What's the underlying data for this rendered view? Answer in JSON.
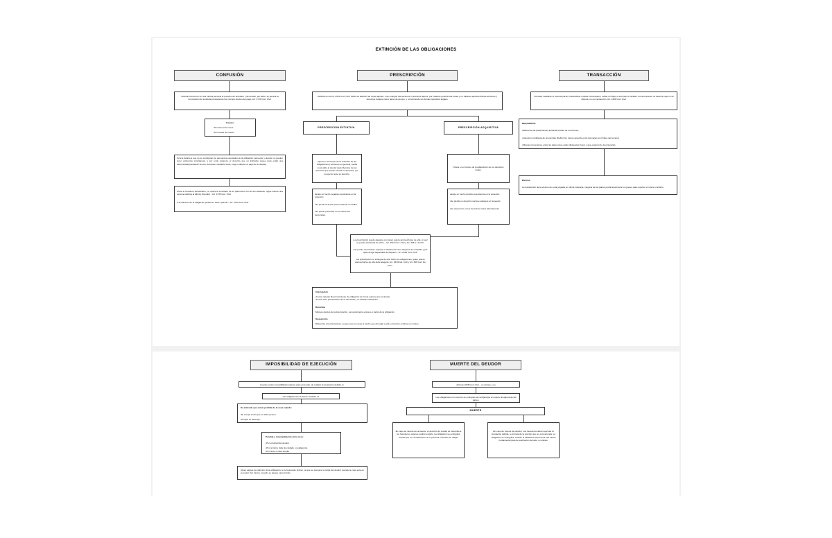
{
  "document": {
    "title": "EXTINCIÓN DE LAS OBLIGACIONES"
  },
  "branches": {
    "confusion": {
      "header": "CONFUSIÓN",
      "definition": "Cuando concurren en una misma persona la posición de acreedor y de deudor, por tanto, se genera la terminación de la deuda produciendo los mismos efectos del pago. Art. 1724 Cod. Civil.",
      "causes_title": "Causas:",
      "causes": [
        "•Por acto entre vivos",
        "•Por causa de muerte"
      ],
      "detail": "Ocurre debido a que no se configuran los elementos esenciales de la obligación (acreedor y deudor no pueden tener existencia simultanea), y por ende tampoco el derecho que un individuo posee para exigir una determinada prestación la otro (Acreedor mediante título, exige a deudor el pago de lo deuda).",
      "notes": [
        "•Para el heredero beneficiario, no opera la confusión de su patrimonio con lo del causante, sigue siendo una persona distinta al difunto (Deudor) - Art. 1738 Cod. Civil.",
        "•La extinción de la obligación podrá ser total o parcial – Art. 1726 Cod. Civil."
      ]
    },
    "prescripcion": {
      "header": "PRESCRIPCIÓN",
      "definition": "Definido en el Art. 2512 Cod. Civil. Modo de adquirir las cosas ajenas, o de extinguir las acciones o derechos ajenos, por haberse poseído las cosas y no haberse ejercido dichas acciones y derechos durante cierto lapso de tiempo, y concurriendo los demás requisitos legales.",
      "extintiva": {
        "header": "PRESCRIPCIÓN EXTINTIVA",
        "opera": "Opera en el campo de la extinción de las obligaciones y acciones en general, medio concedido al deudor para liberarse de las acciones que puede intentar el acreedor, por no ejercer este su derecho.",
        "points": [
          "•Exige un hecho negativo-coexistente en la posesión.",
          "•Se pierde la acción para reclamar el crédito.",
          "•Se puede presentar en los derechos personales."
        ]
      },
      "adquisitiva": {
        "header": "PRESCRIPCIÓN ADQUISITIVA",
        "opera": "Opera en el campo de la adquisición de los derechos reales.",
        "points": [
          "•Exige un hecho positivo-coexistente en la posesión.",
          "•Se pierde un derecho real que adquiere el poseedor.",
          "•No opera sino en los derechos reales directamente."
        ]
      },
      "rules": [
        "•La prescripción puede alegarse por quien quiera aprovecharse de ella; el juez no puede declararla de oficio – Art. 2513 Cod. Civil y Art. 306 C. de P.C.",
        "•No puede renunciarse expresa o tácitamente sino después de cumplida y por quien tenga capacidad de disponer - Art. 2514 Cod. Civil.",
        "•La prescripción no extingue de ipso facto los obligaciones, quien quiera aprovecharse de ella debe alegarlo- Art. 2513Cod. Civil y Art. 306 Cod. De Proc."
      ],
      "effects": {
        "interrupcion_title": "Interrupción",
        "interrupcion": [
          "•Forma natural: Reconocimiento de obligación de forma expresa pro el deudor.",
          "•Forma civil: presentación de la demanda y su debida notificación."
        ],
        "renuncia_title": "Renuncia",
        "renuncia": [
          "Mismos efectos de la interrupción, reconocimiento expreso o tácito de la obligación."
        ],
        "suspension_title": "Suspensión",
        "suspension": [
          "Diferencia a la interrupción, ya que una vez cesa el hecho que dio lugar a ella, el termino continua su conteo."
        ]
      }
    },
    "transaccion": {
      "header": "TRANSACCIÓN",
      "definition": "Contrato mediante el cual las partes, haciéndose mutuas concesiones, evitan un litigio o terminan el iniciado. La renuncia de un derecho que no se disputa, no es transacción. Art. 2469 Cod. Civil.",
      "requisitos_title": "REQUISITOS:",
      "requisitos": [
        "•Diferencia de pretensiones jurídicas (límites de un terreno)",
        "•Intención manifiesta de prevenirlas (Definir por mutuo acuerdo entre las partes los límites del terreno)",
        "•Mutuas concesiones entre las partes (que están dispuestos hacer y que esperan de la otra parte)."
      ],
      "efectos_title": "Efectos:",
      "efectos": "La transacción tiene efectos de cosa juzgada en última instancia, ninguna de las partes podrá acudir ante los jueces para resolver el mismo conflicto."
    },
    "imposibilidad": {
      "header": "IMPOSIBILIDAD DE EJECUCIÓN",
      "line1": "Cuando existe imposibilidad material, para el deudor, de realizar la prestación debida, lo",
      "line2": "Las obligaciones de hacer, también se",
      "perdida_title": "Se entiende que existe perdida de la cosa cuando:",
      "perdida": [
        "•El cuerpo cierto que se debe perece.",
        "•Porque se destruye."
      ],
      "incumplimiento_title": "Perdida o incumplimiento de la cosa:",
      "incumplimiento": [
        "•Por voluntad del deudor.",
        "•Por omisión, falta de cuidado o negligencia.",
        "•Por hurto o caso fortuito"
      ],
      "footer": "Quien alegue la extinción de la obligación, le corresponde probar, ya que se presume la culpa del deudor cuando la cosa esta en su poder; Así mismo, cuando se alegue caso fortuito."
    },
    "muerte": {
      "header": "MUERTE DEL DEUDOR",
      "line1": "Artículo 1625 Cod. Civil – no incluye o no",
      "line2": "Las obligaciones no siempre se extinguen al configurarse la muerte de alguna de las partes,",
      "label": "MUERTE",
      "acreedor": "En caso de muerte del acreedor, el derecho de crédito se transmite a los herederos, quienes podrán exigirlo. La obligación se extinguirá, cuando por su consideración a su persona el deudor se obligó.",
      "deudor": "En caso de muerte del deudor, sus herederos deben ejecutar la prestación debida, a prorrata de la porción que les corresponda. La obligación se extinguirá, cuando la calidad de la persona sea causa fundamental para la celebración del acto o contrato."
    }
  }
}
